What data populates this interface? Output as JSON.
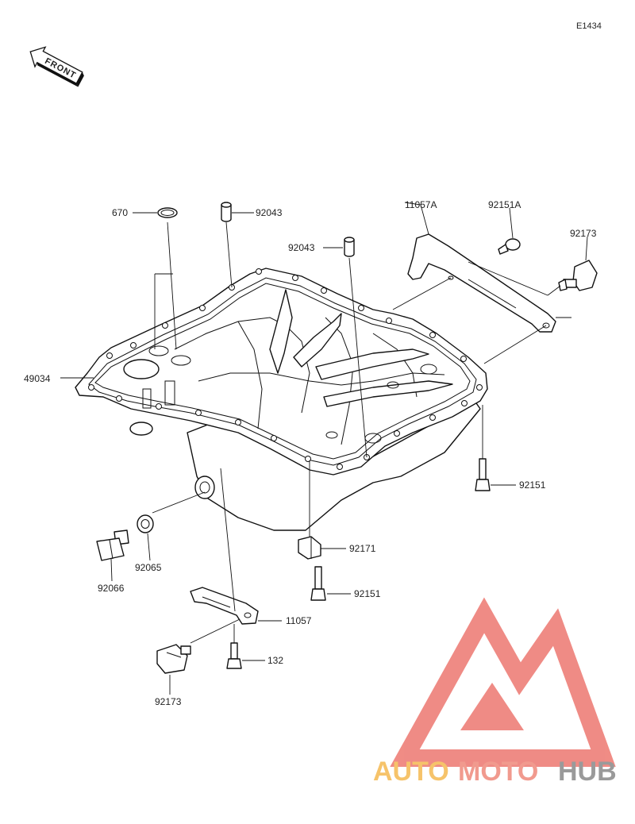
{
  "diagram": {
    "code": "E1434",
    "front_label": "FRONT",
    "watermark": {
      "part1": "AUTO",
      "part2": "MOTO",
      "part3": "HUB",
      "color1": "#f6c36a",
      "color2": "#f19a8e",
      "color3": "#9a9a9a",
      "logo_color": "#ee7f78"
    },
    "callouts": {
      "c670": "670",
      "c92043a": "92043",
      "c92043b": "92043",
      "c11057A": "11057A",
      "c92151A": "92151A",
      "c92173a": "92173",
      "c49034": "49034",
      "c92151a": "92151",
      "c92171": "92171",
      "c92151b": "92151",
      "c92065": "92065",
      "c92066": "92066",
      "c11057": "11057",
      "c132": "132",
      "c92173b": "92173"
    }
  }
}
